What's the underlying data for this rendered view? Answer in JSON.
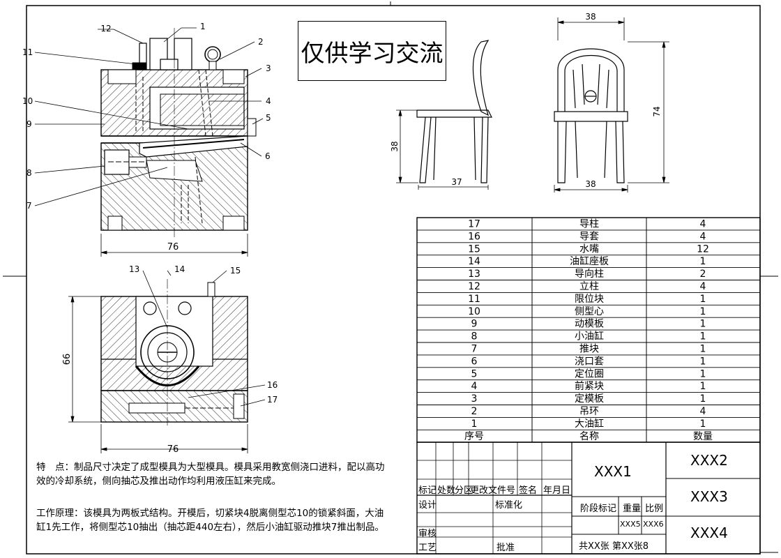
{
  "stamp": "仅供学习交流",
  "callouts": [
    "1",
    "2",
    "3",
    "4",
    "5",
    "6",
    "7",
    "8",
    "9",
    "10",
    "11",
    "12",
    "13",
    "14",
    "15",
    "16",
    "17"
  ],
  "dims": {
    "front_width": "76",
    "bottom_width": "76",
    "bottom_height": "66",
    "chair_top_width": "38",
    "chair_height": "74",
    "chair_bottom_width": "38",
    "side_height": "38",
    "side_depth": "37"
  },
  "bom": {
    "rows": [
      {
        "no": "17",
        "name": "导柱",
        "qty": "4"
      },
      {
        "no": "16",
        "name": "导套",
        "qty": "4"
      },
      {
        "no": "15",
        "name": "水嘴",
        "qty": "12"
      },
      {
        "no": "14",
        "name": "油缸座板",
        "qty": "1"
      },
      {
        "no": "13",
        "name": "导向柱",
        "qty": "2"
      },
      {
        "no": "12",
        "name": "立柱",
        "qty": "4"
      },
      {
        "no": "11",
        "name": "限位块",
        "qty": "1"
      },
      {
        "no": "10",
        "name": "侧型心",
        "qty": "1"
      },
      {
        "no": "9",
        "name": "动模板",
        "qty": "1"
      },
      {
        "no": "8",
        "name": "小油缸",
        "qty": "1"
      },
      {
        "no": "7",
        "name": "推块",
        "qty": "1"
      },
      {
        "no": "6",
        "name": "浇口套",
        "qty": "1"
      },
      {
        "no": "5",
        "name": "定位圈",
        "qty": "1"
      },
      {
        "no": "4",
        "name": "前紧块",
        "qty": "1"
      },
      {
        "no": "3",
        "name": "定模板",
        "qty": "1"
      },
      {
        "no": "2",
        "name": "吊环",
        "qty": "4"
      },
      {
        "no": "1",
        "name": "大油缸",
        "qty": "1"
      }
    ],
    "header": {
      "no": "序号",
      "name": "名称",
      "qty": "数量"
    }
  },
  "title_block": {
    "xxx1": "XXX1",
    "xxx2": "XXX2",
    "xxx3": "XXX3",
    "xxx4": "XXX4",
    "xxx5": "XXX5",
    "xxx6": "XXX6",
    "rev_header": [
      "标记",
      "处数",
      "分区",
      "更改文件号",
      "签名",
      "年月日"
    ],
    "design": "设计",
    "standard": "标准化",
    "review": "审核",
    "process": "工艺",
    "approve": "批准",
    "stage": "阶段标记",
    "weight": "重量",
    "scale": "比例",
    "sheets": "共XX张 第XX张8"
  },
  "notes": {
    "features_label": "特　点：",
    "features": "制品尺寸决定了成型模具为大型模具。模具采用教宽侧浇口进料，配以高功效的冷却系统，侧向抽芯及推出动作均利用液压缸来完成。",
    "principle": "工作原理：该模具为两板式结构。开模后，切紧块4脱离侧型芯10的锁紧斜面，大油缸1先工作，将侧型芯10抽出（抽芯距440左右），然后小油缸驱动推块7推出制品。"
  }
}
